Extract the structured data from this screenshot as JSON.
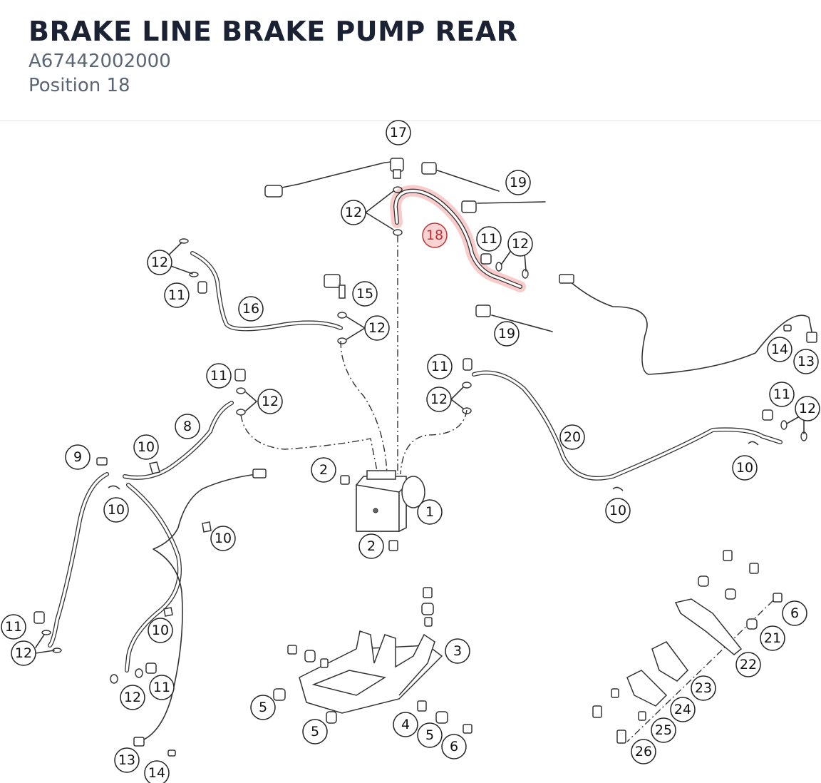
{
  "header": {
    "title": "BRAKE LINE BRAKE PUMP REAR",
    "part_number": "A67442002000",
    "position": "Position 18"
  },
  "highlight_color": "#f06b6b",
  "callouts": {
    "c1": "1",
    "c2": "2",
    "c3": "3",
    "c4": "4",
    "c5": "5",
    "c6": "6",
    "c8": "8",
    "c9": "9",
    "c10": "10",
    "c11": "11",
    "c12": "12",
    "c13": "13",
    "c14": "14",
    "c15": "15",
    "c16": "16",
    "c17": "17",
    "c18": "18",
    "c19": "19",
    "c20": "20",
    "c21": "21",
    "c22": "22",
    "c23": "23",
    "c24": "24",
    "c25": "25",
    "c26": "26"
  }
}
